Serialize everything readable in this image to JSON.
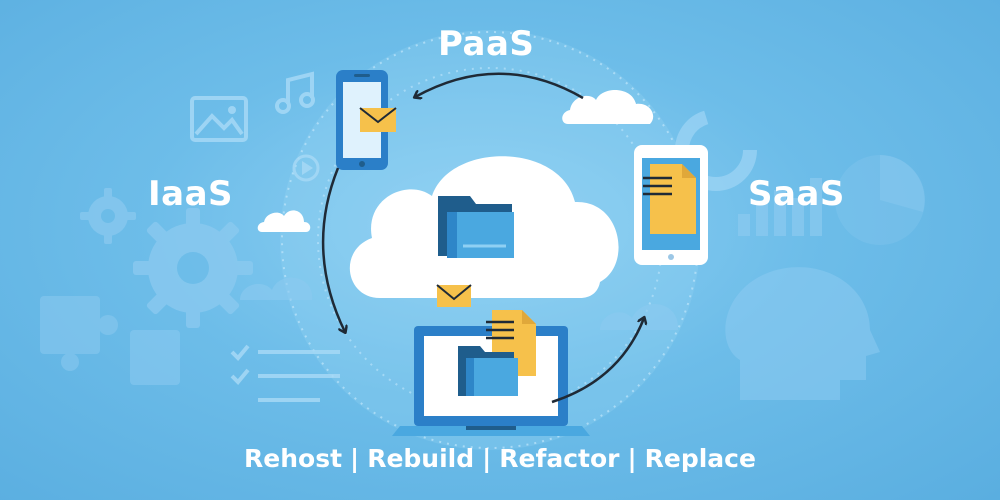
{
  "labels": {
    "paas": "PaaS",
    "iaas": "IaaS",
    "saas": "SaaS"
  },
  "strategies": [
    "Rehost",
    "Rebuild",
    "Refactor",
    "Replace"
  ],
  "strategy_separator": "|",
  "colors": {
    "background": "#6dbde9",
    "cloud": "#ffffff",
    "folder_dark": "#1f5d8c",
    "folder_light": "#4aa8e0",
    "document": "#f6c14b",
    "envelope": "#f6c14b",
    "device_frame": "#2b7fc8",
    "arrow": "#1f2a36",
    "faded_icon": "#8ccaf0"
  },
  "icons": [
    "gear-icon",
    "puzzle-icon",
    "image-icon",
    "music-note-icon",
    "play-icon",
    "checklist-icon",
    "pie-chart-icon",
    "bar-chart-icon",
    "head-icon",
    "cloud-icon",
    "phone-icon",
    "tablet-icon",
    "laptop-icon",
    "folder-icon",
    "envelope-icon",
    "document-icon"
  ]
}
